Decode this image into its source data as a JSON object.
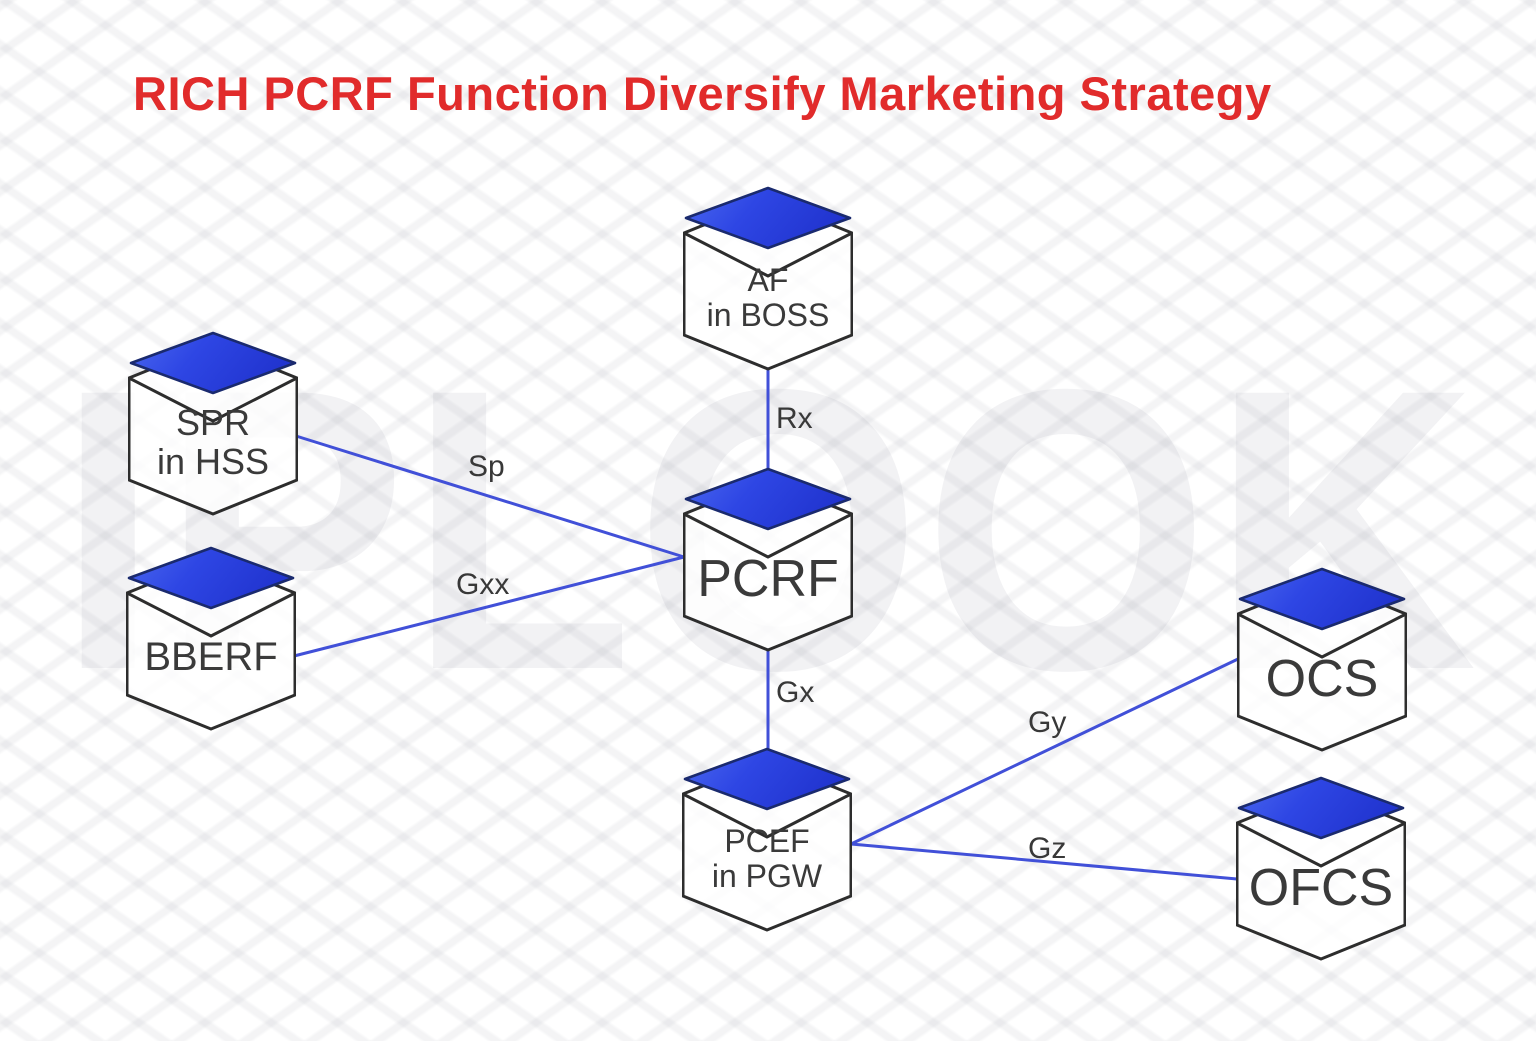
{
  "title": {
    "text": "RICH PCRF Function Diversify Marketing Strategy"
  },
  "watermark": {
    "text": "IPLOOK"
  },
  "colors": {
    "title_red": "#e12b2b",
    "lid_blue_light": "#4a67ef",
    "lid_blue_dark": "#2134cf",
    "lid_stroke": "#1a2a6e",
    "box_stroke": "#2d2d2d",
    "edge_blue": "#4150d8",
    "label_gray": "#383838"
  },
  "nodes": {
    "af": {
      "line1": "AF",
      "line2": "in BOSS"
    },
    "spr": {
      "line1": "SPR",
      "line2": "in HSS"
    },
    "bberf": {
      "line1": "BBERF"
    },
    "pcrf": {
      "line1": "PCRF"
    },
    "pcef": {
      "line1": "PCEF",
      "line2": "in PGW"
    },
    "ocs": {
      "line1": "OCS"
    },
    "ofcs": {
      "line1": "OFCS"
    }
  },
  "edges": {
    "rx": {
      "label": "Rx",
      "from": "AF in BOSS",
      "to": "PCRF"
    },
    "sp": {
      "label": "Sp",
      "from": "SPR in HSS",
      "to": "PCRF"
    },
    "gxx": {
      "label": "Gxx",
      "from": "BBERF",
      "to": "PCRF"
    },
    "gx": {
      "label": "Gx",
      "from": "PCRF",
      "to": "PCEF in PGW"
    },
    "gy": {
      "label": "Gy",
      "from": "PCEF in PGW",
      "to": "OCS"
    },
    "gz": {
      "label": "Gz",
      "from": "PCEF in PGW",
      "to": "OFCS"
    }
  }
}
